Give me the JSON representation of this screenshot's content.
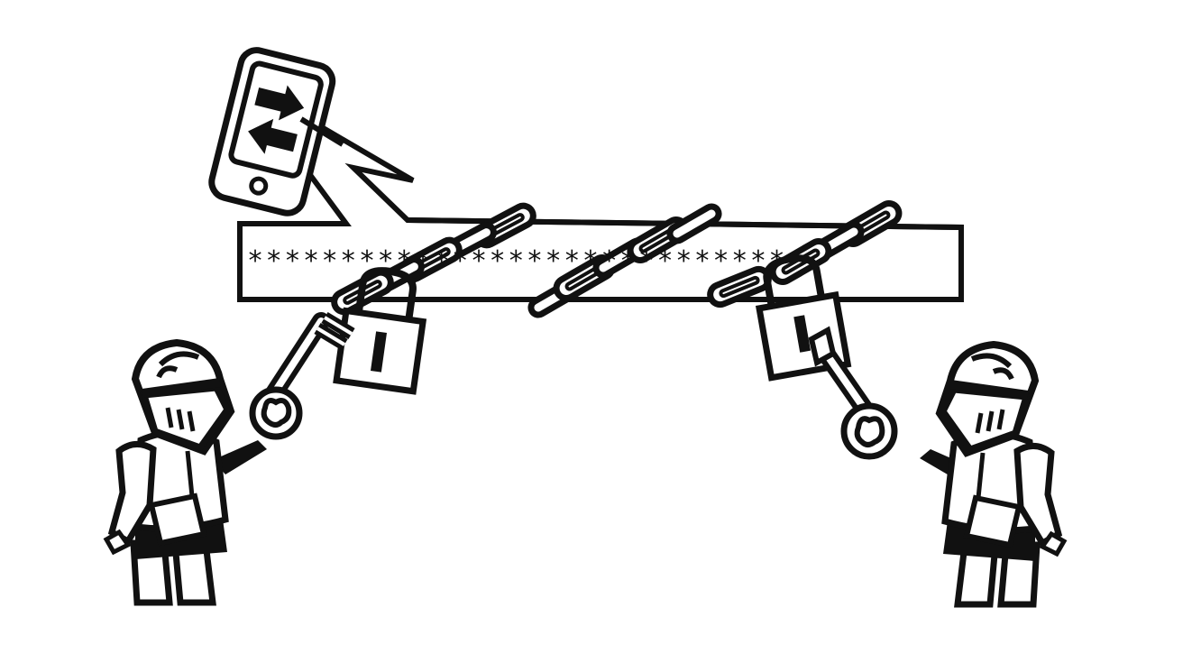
{
  "illustration": {
    "subject": "Two knights securing a password field with chains, padlocks and keys; a smartphone sends a signal bolt to the field",
    "password_field": {
      "masked_value": "*****************************"
    },
    "phone": {
      "label": "smartphone",
      "screen_icons": [
        "arrow-right-icon",
        "arrow-left-icon"
      ]
    },
    "elements": [
      "smartphone",
      "lightning-bolt",
      "password-field",
      "chain",
      "padlock-left",
      "padlock-right",
      "key-left",
      "key-right",
      "knight-left",
      "knight-right"
    ]
  },
  "colors": {
    "ink": "#111111",
    "background": "#ffffff"
  }
}
